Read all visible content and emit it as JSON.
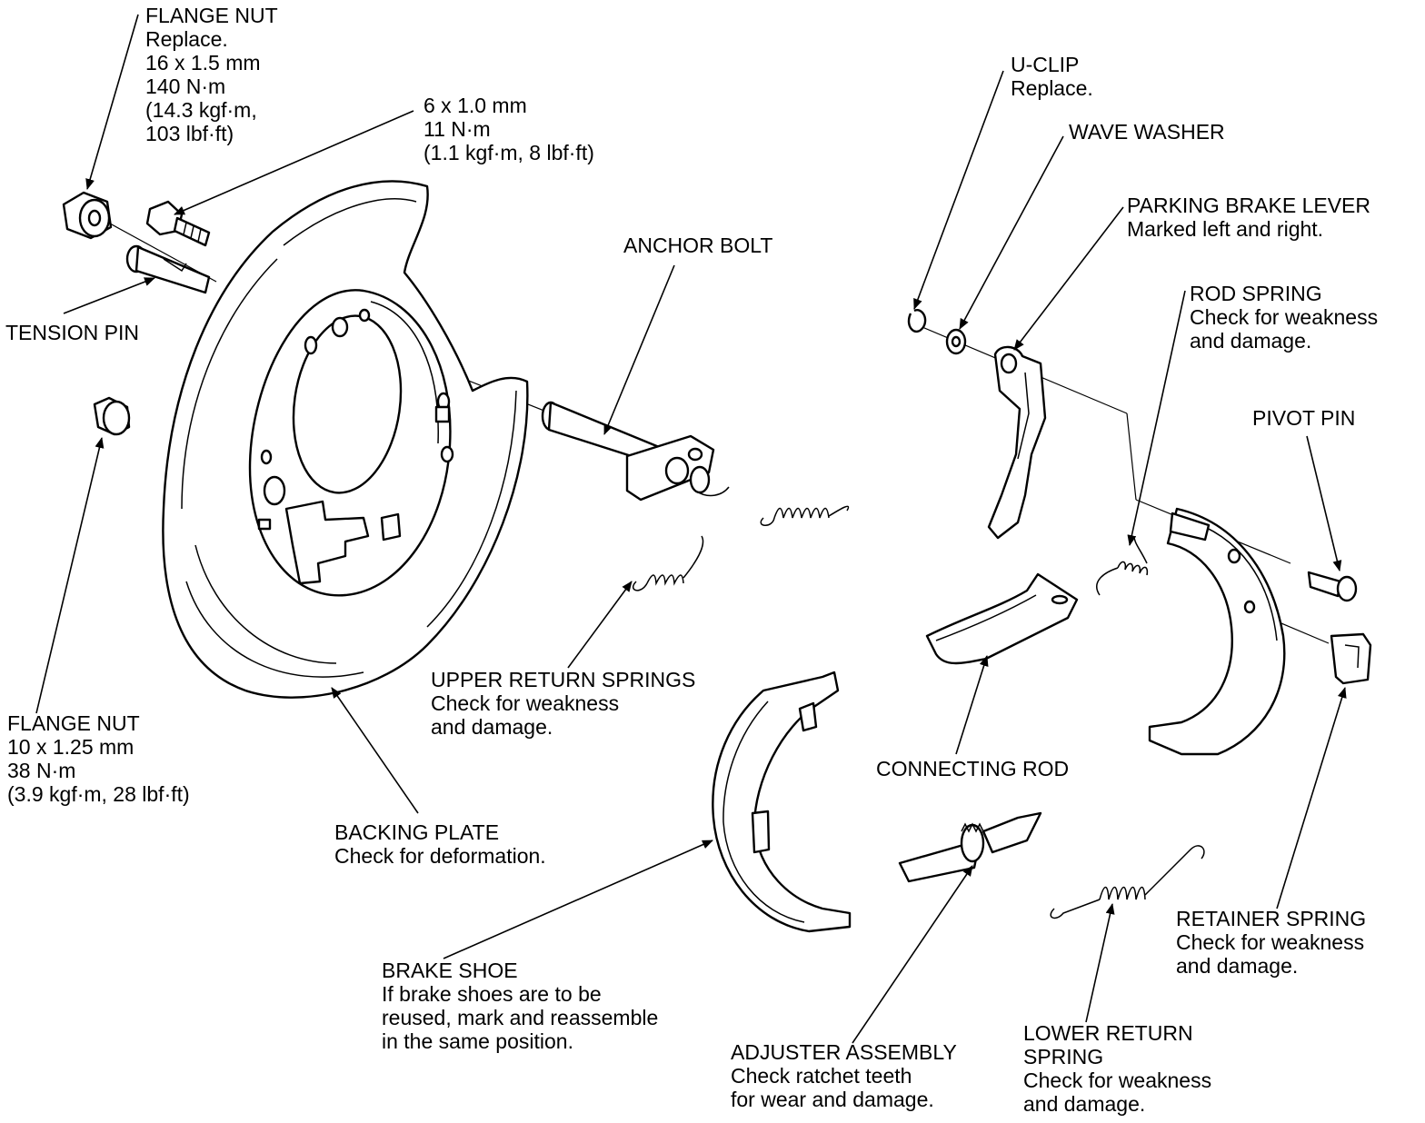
{
  "labels": [
    {
      "id": "flange-nut-top",
      "lines": [
        "FLANGE NUT",
        "Replace.",
        "16 x 1.5 mm",
        "140 N·m",
        "(14.3 kgf·m,",
        "103 lbf·ft)"
      ]
    },
    {
      "id": "bolt-6mm",
      "lines": [
        "6 x 1.0 mm",
        "11 N·m",
        "(1.1 kgf·m, 8 lbf·ft)"
      ]
    },
    {
      "id": "tension-pin",
      "lines": [
        "TENSION PIN"
      ]
    },
    {
      "id": "anchor-bolt",
      "lines": [
        "ANCHOR BOLT"
      ]
    },
    {
      "id": "u-clip",
      "lines": [
        "U-CLIP",
        "Replace."
      ]
    },
    {
      "id": "wave-washer",
      "lines": [
        "WAVE WASHER"
      ]
    },
    {
      "id": "parking-brake-lever",
      "lines": [
        "PARKING BRAKE LEVER",
        "Marked left and right."
      ]
    },
    {
      "id": "rod-spring",
      "lines": [
        "ROD SPRING",
        "Check for weakness",
        "and damage."
      ]
    },
    {
      "id": "pivot-pin",
      "lines": [
        "PIVOT PIN"
      ]
    },
    {
      "id": "upper-return-springs",
      "lines": [
        "UPPER RETURN SPRINGS",
        "Check for weakness",
        "and damage."
      ]
    },
    {
      "id": "flange-nut-bottom",
      "lines": [
        "FLANGE NUT",
        "10 x 1.25 mm",
        "38 N·m",
        "(3.9 kgf·m, 28 lbf·ft)"
      ]
    },
    {
      "id": "connecting-rod",
      "lines": [
        "CONNECTING ROD"
      ]
    },
    {
      "id": "backing-plate",
      "lines": [
        "BACKING PLATE",
        "Check for deformation."
      ]
    },
    {
      "id": "retainer-spring",
      "lines": [
        "RETAINER SPRING",
        "Check for weakness",
        "and damage."
      ]
    },
    {
      "id": "brake-shoe",
      "lines": [
        "BRAKE SHOE",
        "If brake shoes are to be",
        "reused, mark and reassemble",
        "in the same position."
      ]
    },
    {
      "id": "adjuster-assembly",
      "lines": [
        "ADJUSTER ASSEMBLY",
        "Check ratchet teeth",
        "for wear and damage."
      ]
    },
    {
      "id": "lower-return-spring",
      "lines": [
        "LOWER RETURN",
        "SPRING",
        "Check for weakness",
        "and damage."
      ]
    }
  ]
}
